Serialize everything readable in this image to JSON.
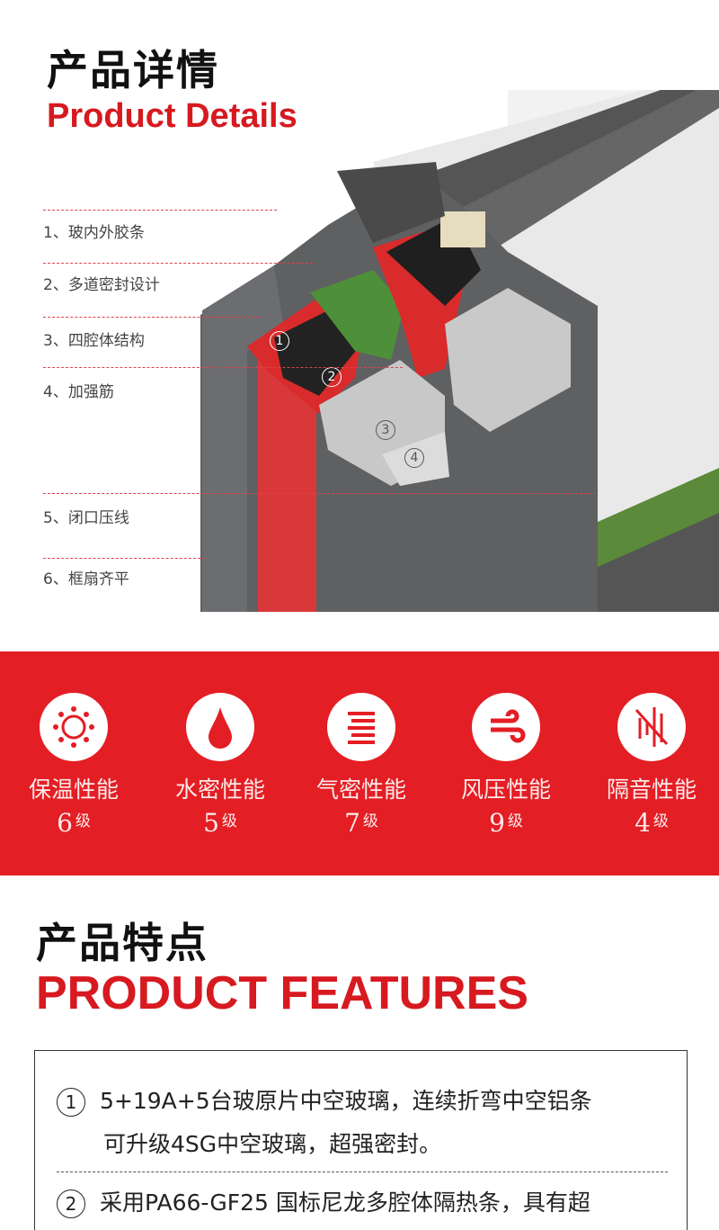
{
  "details": {
    "title_cn": "产品详情",
    "title_en": "Product Details",
    "labels": [
      "1、玻内外胶条",
      "2、多道密封设计",
      "3、四腔体结构",
      "4、加强筋",
      "5、闭口压线",
      "6、框扇齐平"
    ],
    "callouts": [
      "1",
      "2",
      "3",
      "4"
    ]
  },
  "performance": {
    "accent": "#e31e24",
    "items": [
      {
        "icon": "sun-icon",
        "label": "保温性能",
        "grade": "6",
        "unit": "级"
      },
      {
        "icon": "water-drop-icon",
        "label": "水密性能",
        "grade": "5",
        "unit": "级"
      },
      {
        "icon": "air-icon",
        "label": "气密性能",
        "grade": "7",
        "unit": "级"
      },
      {
        "icon": "wind-icon",
        "label": "风压性能",
        "grade": "9",
        "unit": "级"
      },
      {
        "icon": "sound-insulation-icon",
        "label": "隔音性能",
        "grade": "4",
        "unit": "级"
      }
    ]
  },
  "features": {
    "title_cn": "产品特点",
    "title_en": "PRODUCT FEATURES",
    "items": [
      {
        "num": "1",
        "line1": "5+19A+5台玻原片中空玻璃，连续折弯中空铝条",
        "line2": "可升级4SG中空玻璃，超强密封。"
      },
      {
        "num": "2",
        "line1": "采用PA66-GF25  国标尼龙多腔体隔热条，具有超"
      }
    ]
  }
}
